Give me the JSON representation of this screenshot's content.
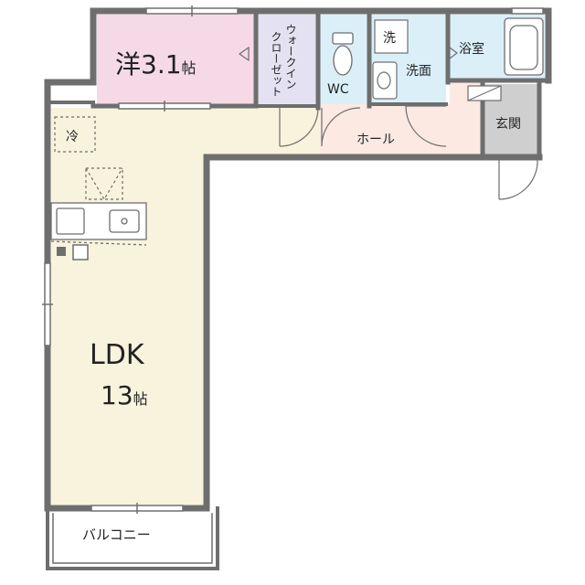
{
  "floor_plan": {
    "rooms": {
      "western_room": {
        "name": "洋",
        "size": "3.1",
        "unit": "帖"
      },
      "walk_in_closet": {
        "lines": [
          "ウォークイン",
          "クローゼット"
        ]
      },
      "toilet": {
        "label": "WC"
      },
      "washing_machine": {
        "label": "洗"
      },
      "washroom": {
        "label": "洗面"
      },
      "bathroom": {
        "label": "浴室"
      },
      "entrance": {
        "label": "玄関"
      },
      "hall": {
        "label": "ホール"
      },
      "refrigerator": {
        "label": "冷"
      },
      "ldk": {
        "name": "LDK",
        "size": "13",
        "unit": "帖"
      },
      "balcony": {
        "label": "バルコニー"
      }
    },
    "colors": {
      "wall": "#6e6e6e",
      "western_room_fill": "#f6d9e6",
      "closet_fill": "#e4e2f2",
      "wet_area_fill": "#dbeff8",
      "ldk_fill": "#f7f3dc",
      "hall_fill": "#fbe9e2",
      "entrance_fill": "#cfcfcf",
      "balcony_fill": "#ffffff"
    }
  }
}
